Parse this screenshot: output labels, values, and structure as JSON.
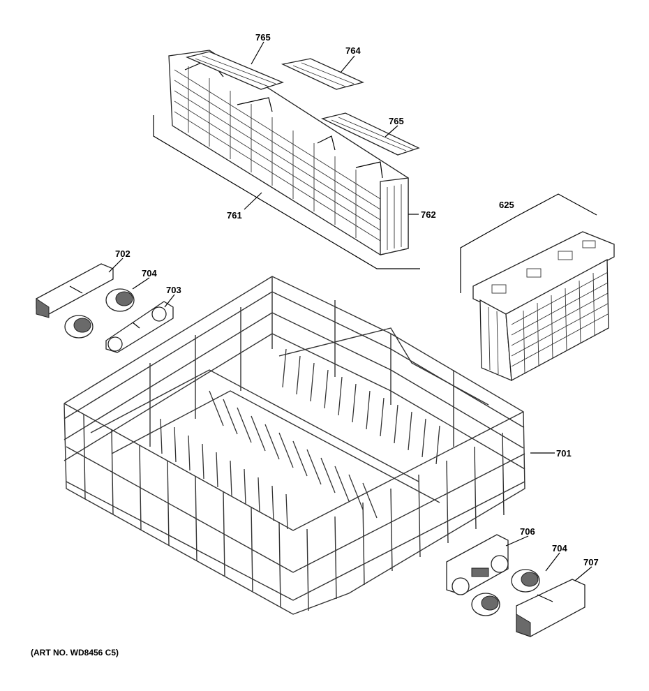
{
  "diagram": {
    "callouts": {
      "c765a": "765",
      "c764": "764",
      "c765b": "765",
      "c761": "761",
      "c762": "762",
      "c625": "625",
      "c702": "702",
      "c704a": "704",
      "c703": "703",
      "c701": "701",
      "c706": "706",
      "c704b": "704",
      "c707": "707"
    },
    "art_number": "(ART NO. WD8456 C5)"
  }
}
